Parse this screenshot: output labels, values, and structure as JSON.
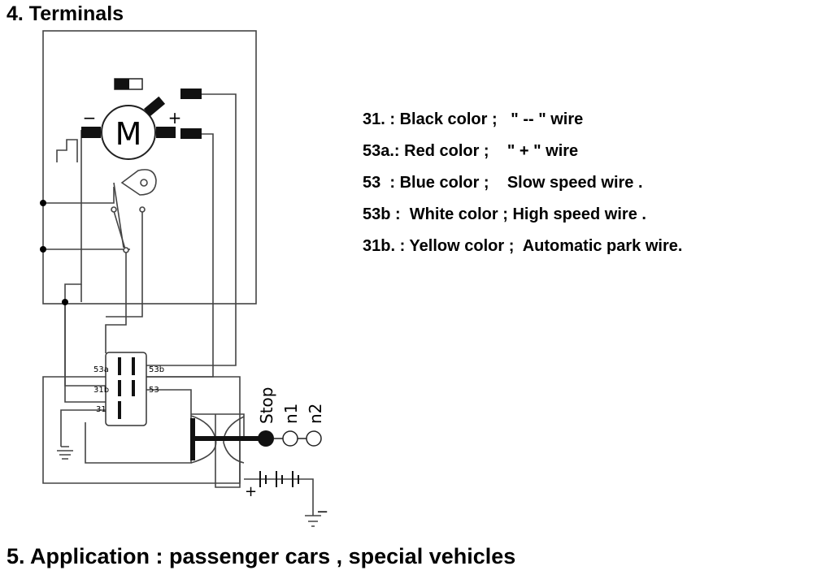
{
  "headings": {
    "terminals": "4. Terminals",
    "application": "5. Application : passenger cars , special vehicles"
  },
  "legend": [
    "31. : Black color ;   \" -- \" wire",
    "53a.: Red color ;    \" + \" wire",
    "53  : Blue color ;    Slow speed wire .",
    "53b :  White color ; High speed wire .",
    "31b. : Yellow color ;  Automatic park wire."
  ],
  "diagram": {
    "motor_label": "M",
    "minus_sign": "−",
    "plus_sign": "+",
    "pins": {
      "p53a": "53a",
      "p53b": "53b",
      "p31b": "31b",
      "p53": "53",
      "p31": "31"
    },
    "switch": {
      "stop": "Stop",
      "n1": "n1",
      "n2": "n2"
    },
    "battery": {
      "plus": "+",
      "minus": "−"
    }
  }
}
